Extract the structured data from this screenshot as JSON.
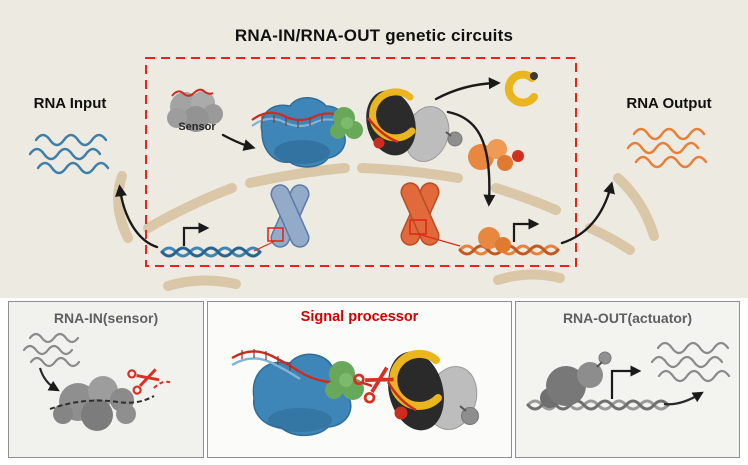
{
  "diagram": {
    "title": "RNA-IN/RNA-OUT genetic circuits",
    "io": {
      "input_label": "RNA Input",
      "output_label": "RNA Output"
    },
    "sensor_label": "Sensor",
    "panels": [
      {
        "id": "rna-in-sensor",
        "title": "RNA-IN(sensor)"
      },
      {
        "id": "signal-processor",
        "title": "Signal processor"
      },
      {
        "id": "rna-out-actuator",
        "title": "RNA-OUT(actuator)"
      }
    ],
    "colors": {
      "canvas_background": "#edeae1",
      "circuit_dashed_box": "#e8231a",
      "rna_input_wave": "#3d7fa8",
      "rna_output_wave": "#e87f35",
      "nuclear_membrane": "#d9c7a7",
      "signal_processor_title": "#d40000",
      "panel_title_gray": "#5f5f5f",
      "scissors_red": "#d93025",
      "blue_chromosome": "#93abc9",
      "orange_chromosome": "#e2693b",
      "processor_blob_blue": "#3e86b8",
      "adaptor_green": "#68a85a",
      "effector_dark": "#2b2b2b",
      "effector_yellow": "#eab51e",
      "activator_orange": "#e8873f",
      "gray_protein": "#8e8e8e",
      "arrow_black": "#1a1a1a"
    },
    "icons": [
      "sensor-blob-icon",
      "rna-input-waves-icon",
      "rna-output-waves-icon",
      "scissors-icon",
      "blue-chromosome-icon",
      "orange-chromosome-icon",
      "dna-helix-icon",
      "promoter-arrow-icon",
      "nuclear-membrane-icon",
      "processor-complex-icon",
      "yellow-ring-icon",
      "orange-activator-icon",
      "polymerase-icon"
    ]
  }
}
